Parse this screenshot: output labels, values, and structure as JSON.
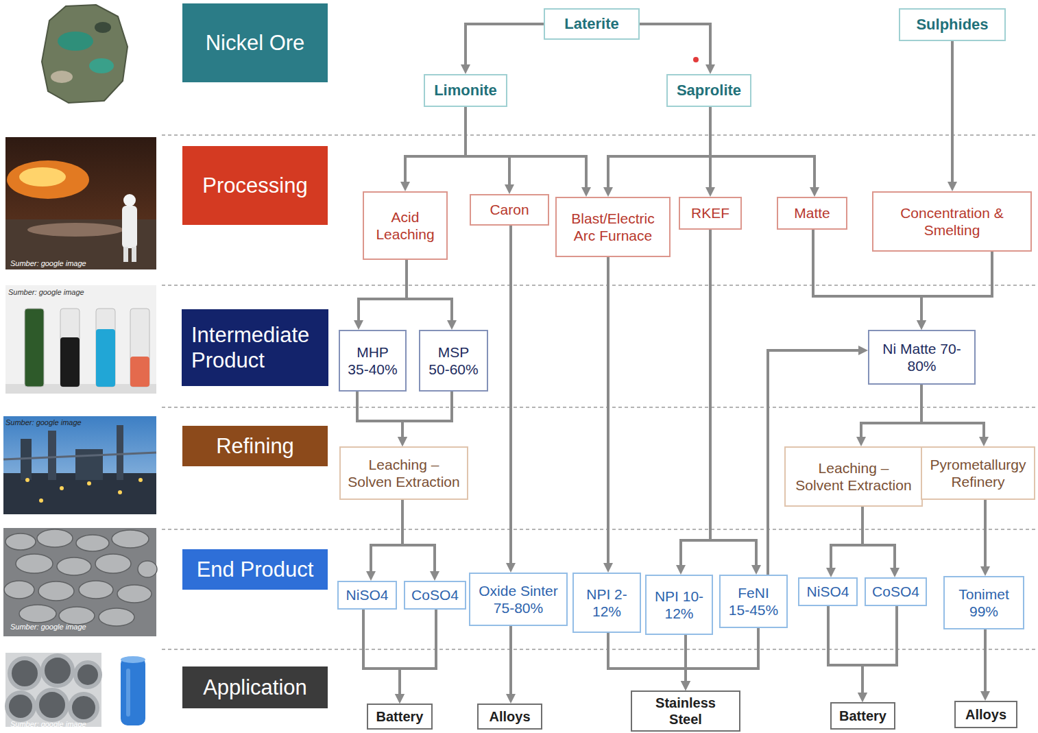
{
  "diagram": {
    "nodes": [
      {
        "text": [
          "Nickel Ore"
        ]
      },
      {
        "text": [
          "Laterite"
        ]
      },
      {
        "text": [
          "Sulphides"
        ]
      },
      {
        "text": [
          "Limonite"
        ]
      },
      {
        "text": [
          "Saprolite"
        ]
      },
      {
        "text": [
          "Processing"
        ]
      },
      {
        "text": [
          "Acid Leaching"
        ]
      },
      {
        "text": [
          "Caron"
        ]
      },
      {
        "text": [
          "Blast/Electric Arc Furnace"
        ]
      },
      {
        "text": [
          "RKEF"
        ]
      },
      {
        "text": [
          "Matte"
        ]
      },
      {
        "text": [
          "Concentration & Smelting"
        ]
      },
      {
        "text": [
          "Intermediate Product"
        ]
      },
      {
        "text": [
          "MHP 35-40%"
        ]
      },
      {
        "text": [
          "MSP 50-60%"
        ]
      },
      {
        "text": [
          "Ni Matte 70-80%"
        ]
      },
      {
        "text": [
          "Refining"
        ]
      },
      {
        "text": [
          "Leaching – Solven Extraction"
        ]
      },
      {
        "text": [
          "Leaching – Solvent Extraction"
        ]
      },
      {
        "text": [
          "Pyrometallurgy Refinery"
        ]
      },
      {
        "text": [
          "End Product"
        ]
      },
      {
        "text": [
          "NiSO4"
        ]
      },
      {
        "text": [
          "CoSO4"
        ]
      },
      {
        "text": [
          "Oxide Sinter 75-80%"
        ]
      },
      {
        "text": [
          "NPI 2-12%"
        ]
      },
      {
        "text": [
          "NPI 10-12%"
        ]
      },
      {
        "text": [
          "FeNI 15-45%"
        ]
      },
      {
        "text": [
          "NiSO4"
        ]
      },
      {
        "text": [
          "CoSO4"
        ]
      },
      {
        "text": [
          "Tonimet 99%"
        ]
      },
      {
        "text": [
          "Application"
        ]
      },
      {
        "text": [
          "Battery"
        ]
      },
      {
        "text": [
          "Alloys"
        ]
      },
      {
        "text": [
          "Stainless Steel"
        ]
      },
      {
        "text": [
          "Battery"
        ]
      },
      {
        "text": [
          "Alloys"
        ]
      }
    ],
    "edges": [
      {
        "from": 1,
        "to": 3,
        "arrow": "to"
      },
      {
        "from": 1,
        "to": 4,
        "arrow": "to"
      },
      {
        "from": 2,
        "to": 11,
        "arrow": "to"
      },
      {
        "from": 3,
        "to": 6,
        "arrow": "to"
      },
      {
        "from": 3,
        "to": 7,
        "arrow": "to"
      },
      {
        "from": 3,
        "to": 8,
        "arrow": "to"
      },
      {
        "from": 4,
        "to": 8,
        "arrow": "to"
      },
      {
        "from": 4,
        "to": 9,
        "arrow": "to"
      },
      {
        "from": 4,
        "to": 10,
        "arrow": "to"
      },
      {
        "from": 6,
        "to": 13,
        "arrow": "to"
      },
      {
        "from": 6,
        "to": 14,
        "arrow": "to"
      },
      {
        "from": 7,
        "to": 23,
        "arrow": "to"
      },
      {
        "from": 8,
        "to": 24,
        "arrow": "to"
      },
      {
        "from": 9,
        "to": 25,
        "arrow": "to"
      },
      {
        "from": 9,
        "to": 26,
        "arrow": "to"
      },
      {
        "from": 10,
        "to": 15,
        "arrow": "to"
      },
      {
        "from": 11,
        "to": 15,
        "arrow": "to"
      },
      {
        "from": 26,
        "to": 15,
        "arrow": "to"
      },
      {
        "from": 13,
        "to": 17,
        "arrow": "to"
      },
      {
        "from": 14,
        "to": 17,
        "arrow": "to"
      },
      {
        "from": 15,
        "to": 18,
        "arrow": "to"
      },
      {
        "from": 15,
        "to": 19,
        "arrow": "to"
      },
      {
        "from": 17,
        "to": 21,
        "arrow": "to"
      },
      {
        "from": 17,
        "to": 22,
        "arrow": "to"
      },
      {
        "from": 18,
        "to": 27,
        "arrow": "to"
      },
      {
        "from": 18,
        "to": 28,
        "arrow": "to"
      },
      {
        "from": 19,
        "to": 29,
        "arrow": "to"
      },
      {
        "from": 21,
        "to": 31,
        "arrow": "to"
      },
      {
        "from": 22,
        "to": 31,
        "arrow": "to"
      },
      {
        "from": 23,
        "to": 32,
        "arrow": "to"
      },
      {
        "from": 24,
        "to": 33,
        "arrow": "to"
      },
      {
        "from": 25,
        "to": 33,
        "arrow": "to"
      },
      {
        "from": 26,
        "to": 33,
        "arrow": "to"
      },
      {
        "from": 27,
        "to": 34,
        "arrow": "to"
      },
      {
        "from": 28,
        "to": 34,
        "arrow": "to"
      },
      {
        "from": 29,
        "to": 35,
        "arrow": "to"
      }
    ],
    "labels": [
      "Sumber: google image",
      "Sumber: google image",
      "Sumber: google image",
      "Sumber: google image",
      "Sumber: google image"
    ]
  }
}
